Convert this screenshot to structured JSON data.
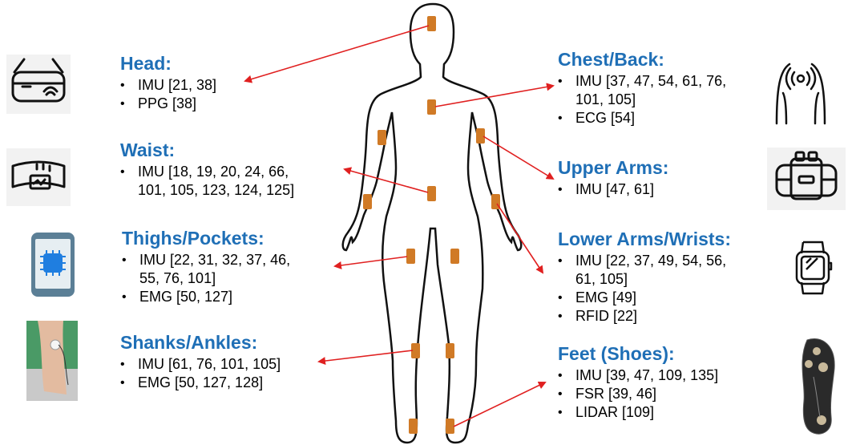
{
  "colors": {
    "title": "#1f6fb6",
    "arrow": "#e02020",
    "sensor": "#d07a26",
    "outline": "#111111"
  },
  "left_groups": [
    {
      "key": "head",
      "title": "Head:",
      "items": [
        "IMU [21, 38]",
        "PPG [38]"
      ],
      "icon": "smart-glasses-icon"
    },
    {
      "key": "waist",
      "title": "Waist:",
      "items": [
        "IMU [18, 19, 20, 24, 66,\n101, 105, 123, 124, 125]"
      ],
      "icon": "waist-belt-icon"
    },
    {
      "key": "thighs",
      "title": "Thighs/Pockets:",
      "items": [
        "IMU [22, 31, 32, 37, 46,\n55, 76, 101]",
        "EMG [50, 127]"
      ],
      "icon": "smartphone-icon"
    },
    {
      "key": "shanks",
      "title": "Shanks/Ankles:",
      "items": [
        "IMU [61, 76, 101, 105]",
        "EMG [50, 127, 128]"
      ],
      "icon": "leg-sensor-photo"
    }
  ],
  "right_groups": [
    {
      "key": "chest",
      "title": "Chest/Back:",
      "items": [
        "IMU [37, 47, 54, 61, 76,\n101, 105]",
        "ECG [54]"
      ],
      "icon": "chest-sensor-icon"
    },
    {
      "key": "upperarms",
      "title": "Upper Arms:",
      "items": [
        "IMU [47, 61]"
      ],
      "icon": "armband-icon"
    },
    {
      "key": "lowerarms",
      "title": "Lower Arms/Wrists:",
      "items": [
        "IMU [22, 37, 49, 54, 56,\n61, 105]",
        "EMG [49]",
        "RFID [22]"
      ],
      "icon": "smartwatch-icon"
    },
    {
      "key": "feet",
      "title": "Feet (Shoes):",
      "items": [
        "IMU [39, 47, 109, 135]",
        "FSR [39, 46]",
        "LIDAR [109]"
      ],
      "icon": "insole-sensor-photo"
    }
  ]
}
